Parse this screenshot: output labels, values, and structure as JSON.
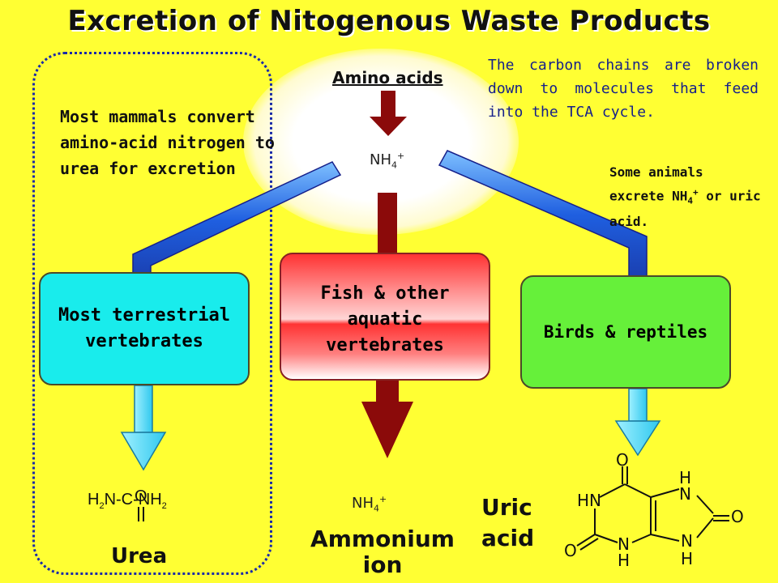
{
  "title": "Excretion of Nitogenous Waste Products",
  "source": {
    "label": "Amino acids",
    "nh4": "NH",
    "nh4_sub": "4",
    "nh4_sup": "+"
  },
  "notes": {
    "mammals": "Most mammals convert amino-acid nitrogen to urea for excretion",
    "carbon": "The carbon chains are broken down to molecules that feed into the TCA cycle.",
    "some_animals_pre": "Some animals excrete NH",
    "some_animals_sub": "4",
    "some_animals_sup": "+",
    "some_animals_post": " or uric acid."
  },
  "groups": {
    "terrestrial": "Most terrestrial vertebrates",
    "aquatic": "Fish & other aquatic vertebrates",
    "birds": "Birds & reptiles"
  },
  "products": {
    "urea": {
      "o": "O",
      "formula_left": "H",
      "formula_left_sub": "2",
      "formula_mid": "N-C-NH",
      "formula_right_sub": "2",
      "name": "Urea"
    },
    "ammonium": {
      "nh4": "NH",
      "nh4_sub": "4",
      "nh4_sup": "+",
      "name": "Ammonium ion"
    },
    "uric_acid": {
      "name": "Uric acid",
      "atoms": {
        "o_top": "O",
        "hn": "HN",
        "h_top": "H",
        "n_top": "N",
        "o_right": "O",
        "o_left": "O",
        "n_bottom_left": "N",
        "h_bottom_left": "H",
        "n_bottom_right": "N",
        "h_bottom_right": "H"
      }
    }
  },
  "colors": {
    "background": "#ffff33",
    "terrestrial_box": "#19ecec",
    "birds_box": "#66f03a",
    "aquatic_box": "#ff3333",
    "blue_path": "#1f5fe0",
    "red_path": "#8b0a0a",
    "cyan_arrow": "#3cd6f4"
  }
}
